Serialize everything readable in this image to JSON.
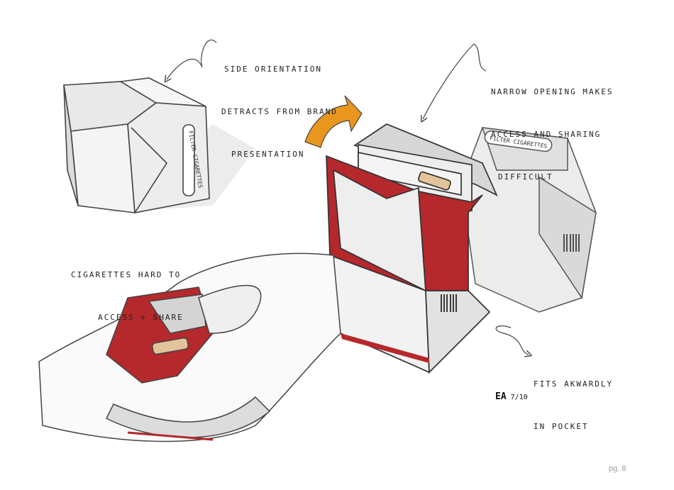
{
  "annotations": {
    "side_orientation": [
      "SIDE ORIENTATION",
      "DETRACTS FROM BRAND",
      "PRESENTATION"
    ],
    "narrow_opening": [
      "NARROW OPENING MAKES",
      "ACCESS AND SHARING",
      "DIFFICULT"
    ],
    "hard_to_access": [
      "CIGARETTES HARD TO",
      "ACCESS + SHARE"
    ],
    "fits_awkwardly": [
      "FITS AKWARDLY",
      "IN POCKET"
    ]
  },
  "pack_label": "FILTER CIGARETTES",
  "signature": {
    "initials": "EA",
    "rating": "7/10"
  },
  "page_number": "pg. 8",
  "colors": {
    "red": "#b5282c",
    "orange": "#e8961e",
    "pencil": "#555555",
    "grey_fill": "#e4e4e4"
  }
}
